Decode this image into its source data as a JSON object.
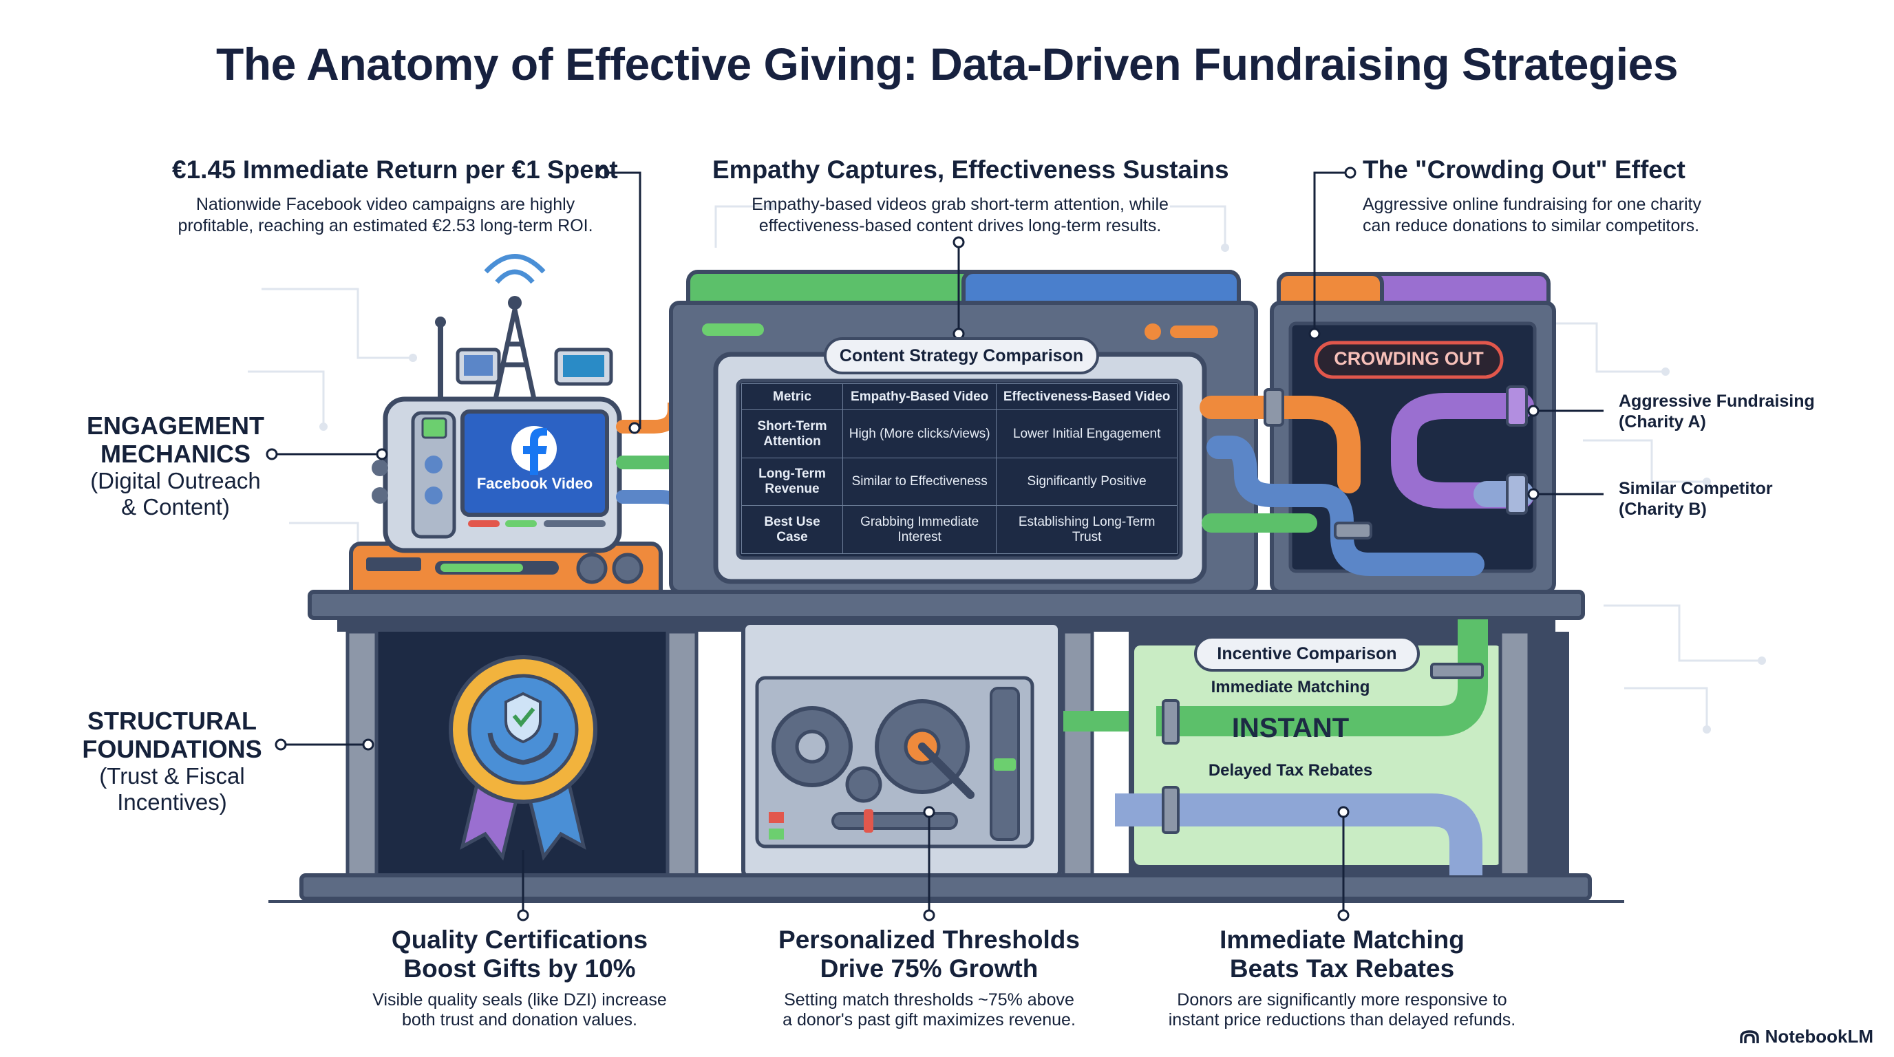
{
  "title": "The Anatomy of Effective Giving: Data-Driven Fundraising Strategies",
  "annotations": {
    "roi": {
      "heading": "€1.45 Immediate Return per €1 Spent",
      "line1": "Nationwide Facebook video campaigns are highly",
      "line2": "profitable, reaching an estimated €2.53 long-term ROI."
    },
    "empathy": {
      "heading": "Empathy Captures, Effectiveness Sustains",
      "line1": "Empathy-based videos grab short-term attention, while",
      "line2": "effectiveness-based content drives long-term results."
    },
    "crowding": {
      "heading": "The \"Crowding Out\" Effect",
      "line1": "Aggressive online fundraising for one charity",
      "line2": "can reduce donations to similar competitors."
    }
  },
  "sides": {
    "engagement": {
      "line1": "ENGAGEMENT",
      "line2": "MECHANICS",
      "sub1": "(Digital Outreach",
      "sub2": "& Content)"
    },
    "structural": {
      "line1": "STRUCTURAL",
      "line2": "FOUNDATIONS",
      "sub1": "(Trust & Fiscal Incentives)"
    }
  },
  "charity_labels": {
    "a_line1": "Aggressive Fundraising",
    "a_line2": "(Charity A)",
    "b_line1": "Similar Competitor",
    "b_line2": "(Charity B)"
  },
  "device": {
    "screen_label": "Facebook Video"
  },
  "crowding_sign": "CROWDING OUT",
  "content_strategy": {
    "panel_title": "Content Strategy Comparison",
    "headers": [
      "Metric",
      "Empathy-Based Video",
      "Effectiveness-Based Video"
    ],
    "rows": [
      {
        "m1": "Short-Term",
        "m2": "Attention",
        "a": "High (More clicks/views)",
        "b": "Lower Initial Engagement"
      },
      {
        "m1": "Long-Term",
        "m2": "Revenue",
        "a": "Similar to Effectiveness",
        "b": "Significantly Positive"
      },
      {
        "m1": "Best Use",
        "m2": "Case",
        "a1": "Grabbing Immediate",
        "a2": "Interest",
        "b1": "Establishing Long-Term",
        "b2": "Trust"
      }
    ]
  },
  "incentive": {
    "panel_title": "Incentive Comparison",
    "top_label": "Immediate Matching",
    "big_label": "INSTANT",
    "bottom_label": "Delayed Tax Rebates"
  },
  "bottom": {
    "quality": {
      "h1": "Quality Certifications",
      "h2": "Boost Gifts by 10%",
      "b1": "Visible quality seals (like DZI) increase",
      "b2": "both trust and donation values."
    },
    "thresholds": {
      "h1": "Personalized Thresholds",
      "h2": "Drive 75% Growth",
      "b1": "Setting match thresholds ~75% above",
      "b2": "a donor's past gift maximizes revenue."
    },
    "matching": {
      "h1": "Immediate Matching",
      "h2": "Beats Tax Rebates",
      "b1": "Donors are significantly more responsive to",
      "b2": "instant price reductions than delayed refunds."
    }
  },
  "brand": "NotebookLM",
  "colors": {
    "navy": "#17213f",
    "dark_panel": "#1d2a44",
    "steel": "#5d6b84",
    "pipe_orange": "#ef8a3c",
    "pipe_green": "#5cc06a",
    "pipe_blue": "#5b86c8",
    "pipe_purple": "#9a6fd0",
    "facebook_blue": "#1877f2",
    "sign_red": "#e2574c",
    "incentive_green": "#c9ecc4",
    "badge_gold": "#f2b33d"
  }
}
